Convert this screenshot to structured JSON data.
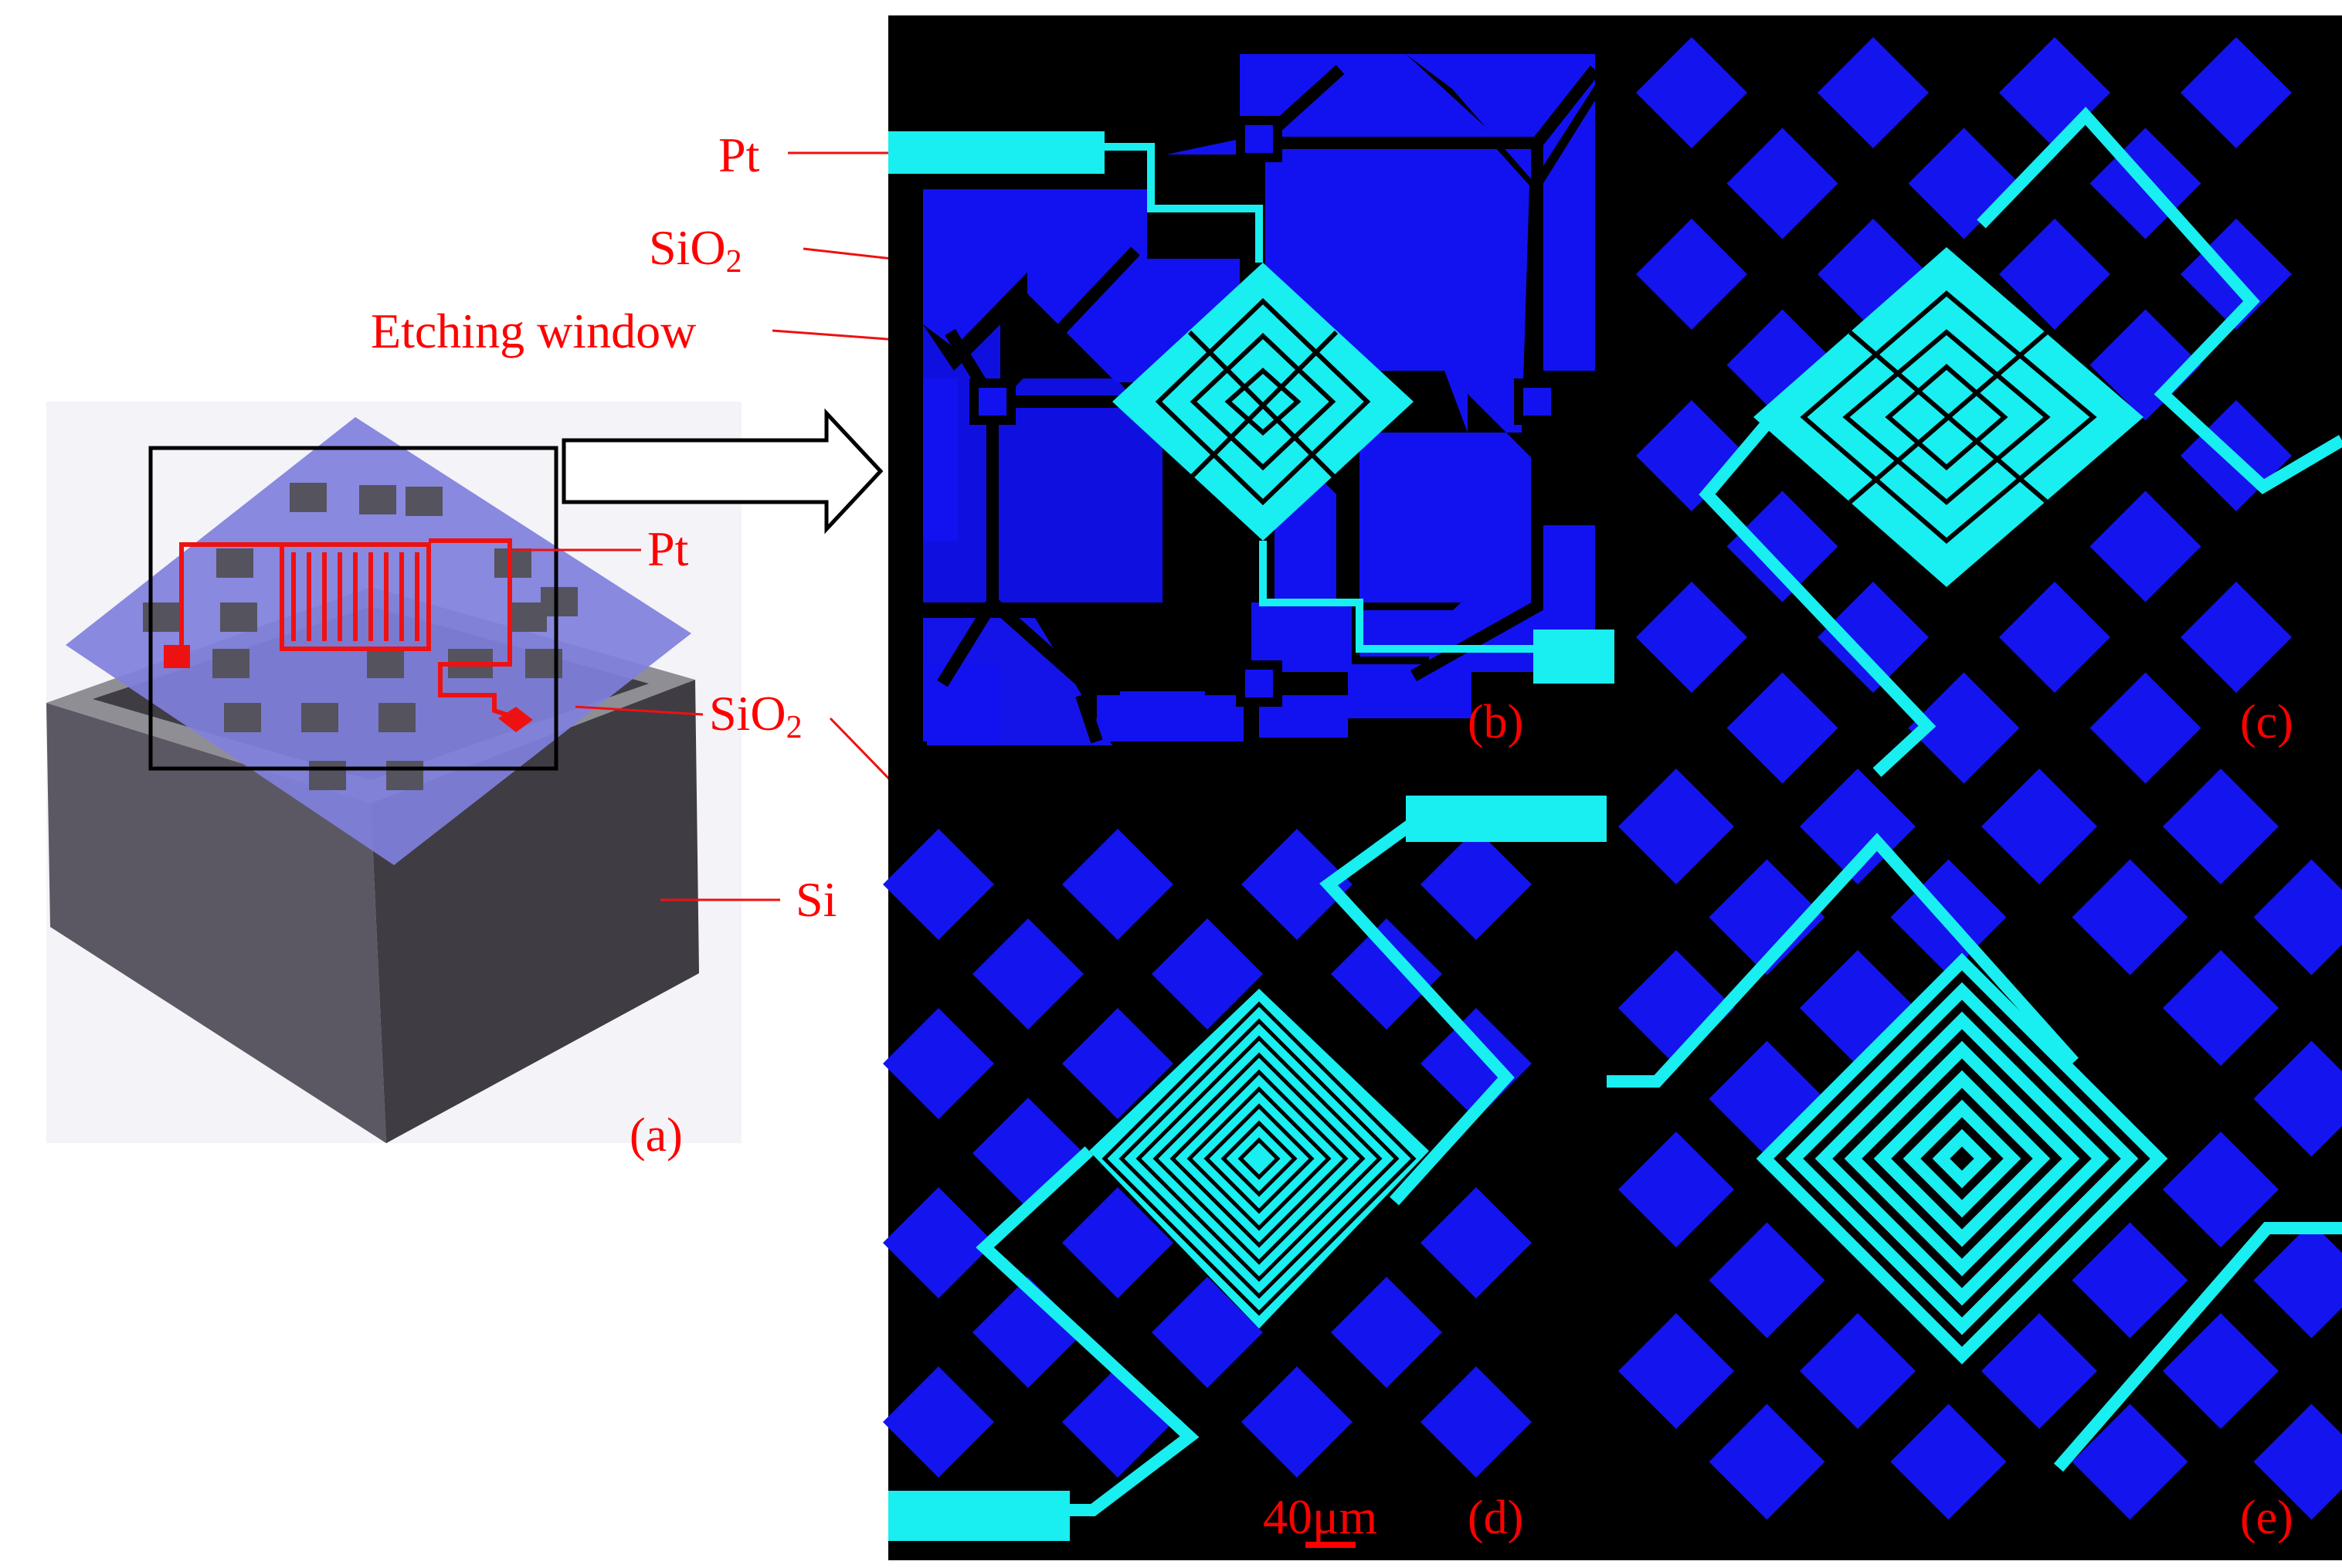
{
  "labels": {
    "pt_top": "Pt",
    "sio2_top_main": "SiO",
    "sio2_top_sub": "2",
    "etching_window": "Etching window",
    "pt_mid": "Pt",
    "sio2_mid_main": "SiO",
    "sio2_mid_sub": "2",
    "si": "Si"
  },
  "panels": {
    "a": "(a)",
    "b": "(b)",
    "c": "(c)",
    "d": "(d)",
    "e": "(e)"
  },
  "scale_bar": {
    "value": "40",
    "unit": "μm"
  },
  "colors": {
    "label_red": "#ff0000",
    "background": "#000000",
    "membrane_blue": "#1212f0",
    "pt_cyan": "#19eef0",
    "chip_dark": "#3f3c44",
    "chip_side": "#5b5863",
    "plate_purple": "#8080dd"
  }
}
